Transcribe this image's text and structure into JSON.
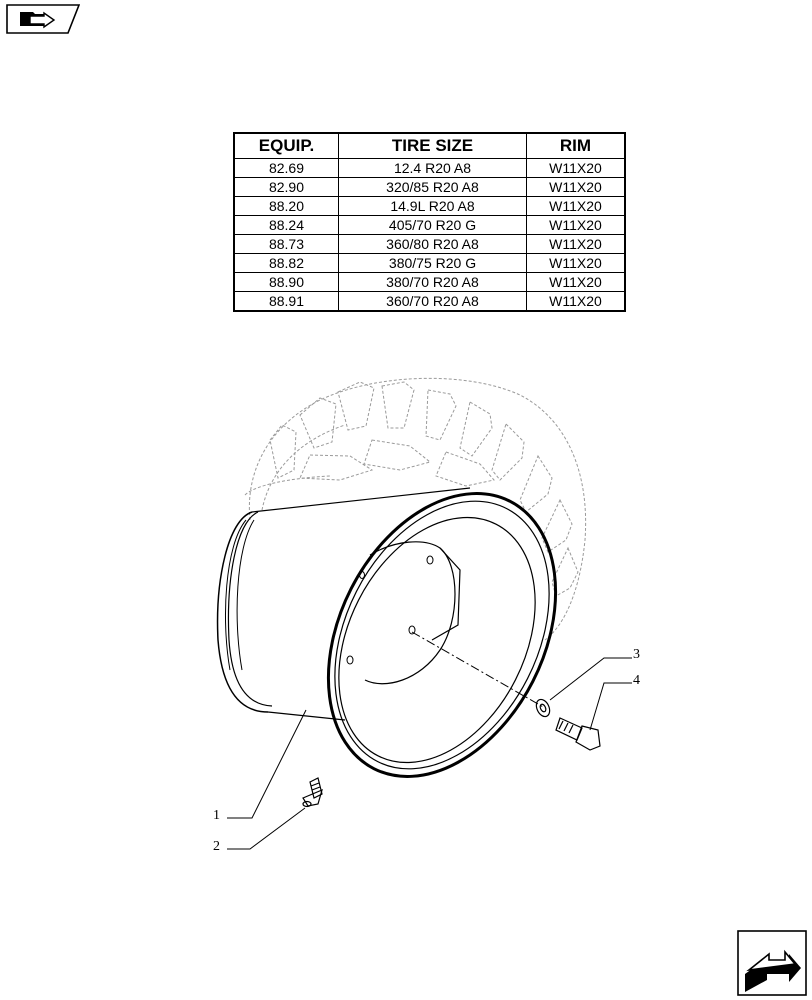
{
  "nav_badge": {
    "icon": "folder-arrow-icon"
  },
  "table": {
    "headers": [
      "EQUIP.",
      "TIRE SIZE",
      "RIM"
    ],
    "rows": [
      [
        "82.69",
        "12.4 R20 A8",
        "W11X20"
      ],
      [
        "82.90",
        "320/85 R20 A8",
        "W11X20"
      ],
      [
        "88.20",
        "14.9L R20 A8",
        "W11X20"
      ],
      [
        "88.24",
        "405/70 R20 G",
        "W11X20"
      ],
      [
        "88.73",
        "360/80 R20 A8",
        "W11X20"
      ],
      [
        "88.82",
        "380/75 R20 G",
        "W11X20"
      ],
      [
        "88.90",
        "380/70 R20 A8",
        "W11X20"
      ],
      [
        "88.91",
        "360/70 R20 A8",
        "W11X20"
      ]
    ]
  },
  "callouts": [
    {
      "id": "1",
      "label": "1",
      "part": "rim"
    },
    {
      "id": "2",
      "label": "2",
      "part": "valve"
    },
    {
      "id": "3",
      "label": "3",
      "part": "washer"
    },
    {
      "id": "4",
      "label": "4",
      "part": "bolt"
    }
  ],
  "next_button": {
    "icon": "next-page-arrow-icon"
  }
}
